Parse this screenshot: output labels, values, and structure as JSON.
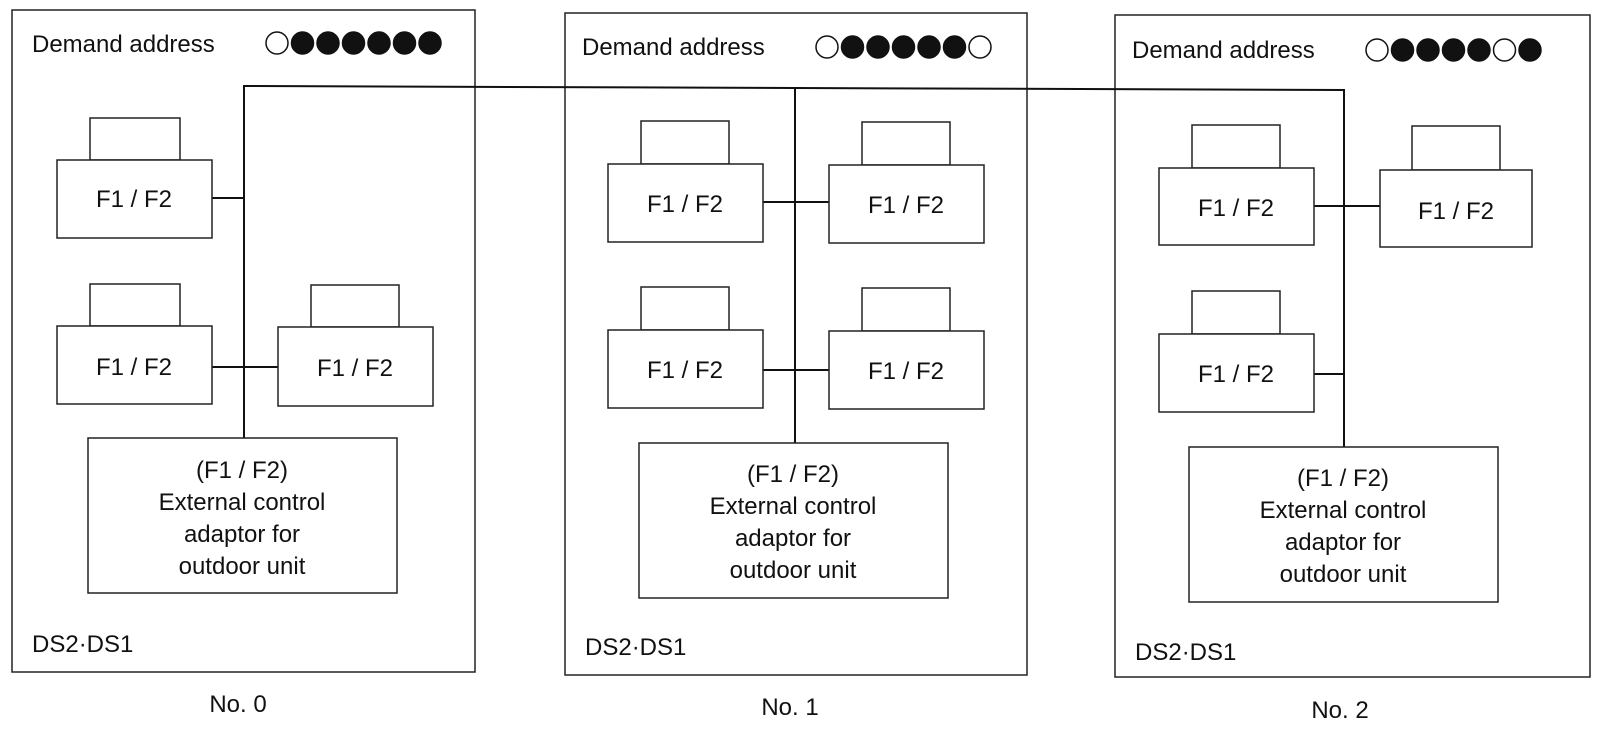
{
  "panels": [
    {
      "demand_label": "Demand address",
      "dots": [
        0,
        1,
        1,
        1,
        1,
        1,
        1
      ],
      "unit_label": "F1 / F2",
      "adaptor_lines": [
        "(F1 / F2)",
        "External control",
        "adaptor for",
        "outdoor unit"
      ],
      "ds_label": "DS2·DS1",
      "caption": "No. 0"
    },
    {
      "demand_label": "Demand address",
      "dots": [
        0,
        1,
        1,
        1,
        1,
        1,
        0
      ],
      "unit_label": "F1 / F2",
      "adaptor_lines": [
        "(F1 / F2)",
        "External control",
        "adaptor for",
        "outdoor unit"
      ],
      "ds_label": "DS2·DS1",
      "caption": "No. 1"
    },
    {
      "demand_label": "Demand address",
      "dots": [
        0,
        1,
        1,
        1,
        1,
        0,
        1
      ],
      "unit_label": "F1 / F2",
      "adaptor_lines": [
        "(F1 / F2)",
        "External control",
        "adaptor for",
        "outdoor unit"
      ],
      "ds_label": "DS2·DS1",
      "caption": "No. 2"
    }
  ]
}
